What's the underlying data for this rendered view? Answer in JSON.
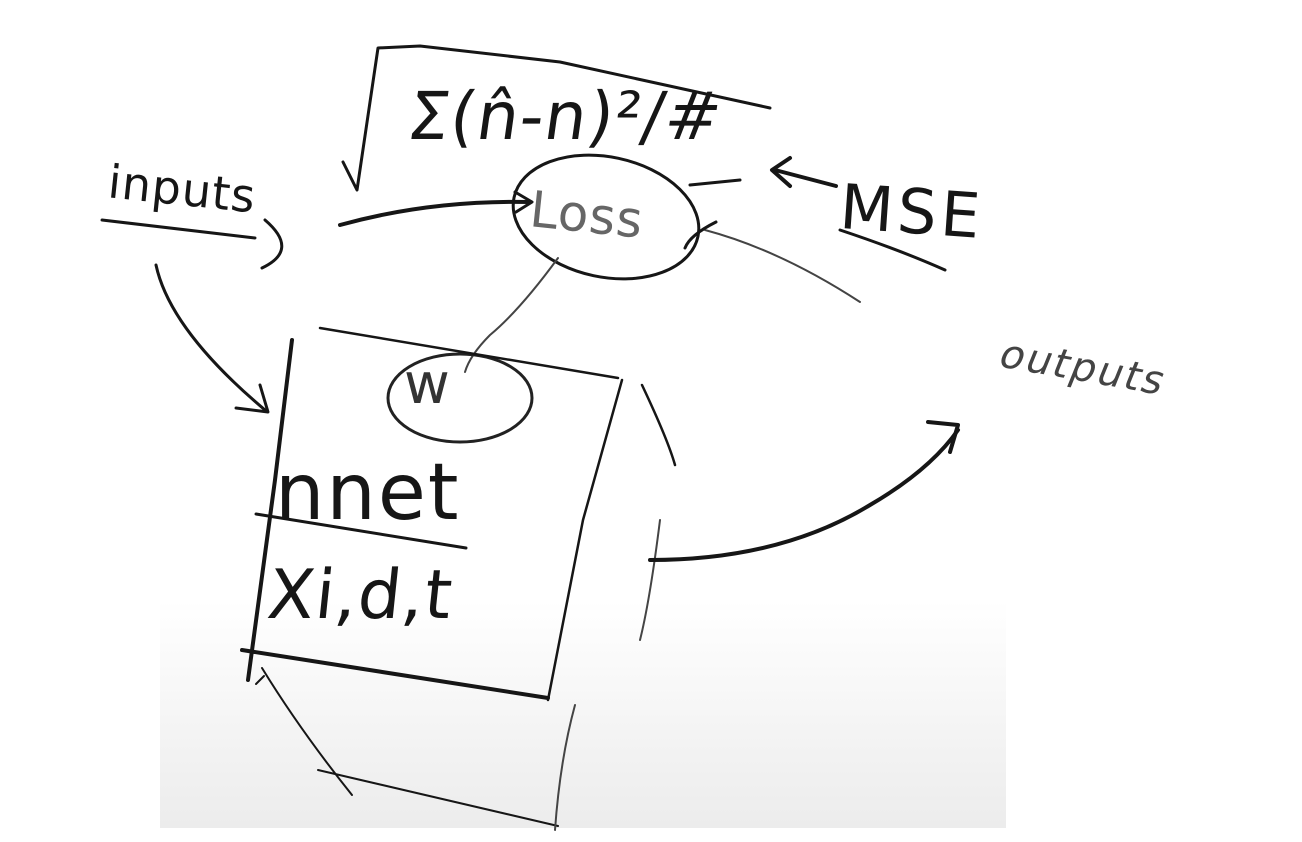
{
  "diagram": {
    "formula": "Σ(n̂-n)²/#",
    "loss_label": "Loss",
    "mse_label": "MSE",
    "arrow_label": "←",
    "inputs_label": "inputs",
    "outputs_label": "outputs",
    "weights_label": "w",
    "model_label": "nnet",
    "params_label": "Xi,d,t"
  },
  "colors": {
    "ink": "#161616",
    "light_ink": "#666666",
    "background": "#ffffff",
    "shade": "#ececec"
  }
}
